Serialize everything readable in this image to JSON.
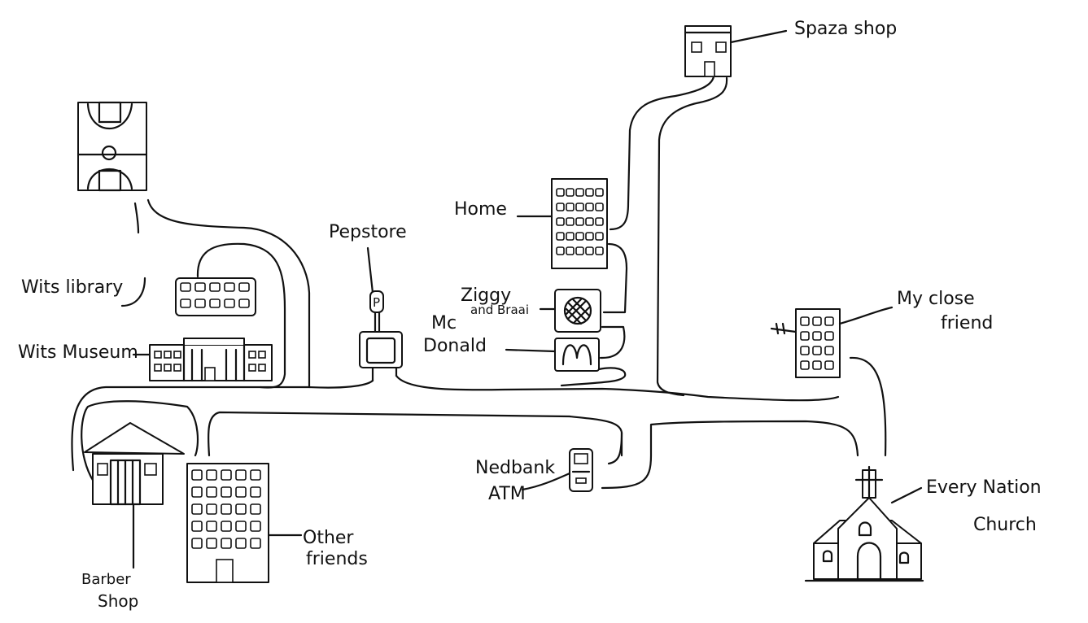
{
  "map": {
    "labels": {
      "spaza_shop": "Spaza shop",
      "home": "Home",
      "pepstore": "Pepstore",
      "wits_library": "Wits library",
      "wits_museum": "Wits Museum",
      "ziggy_line1": "Ziggy",
      "ziggy_line2": "and Braai",
      "mcdonald_line1": "Mc",
      "mcdonald_line2": "Donald",
      "close_friend_line1": "My close",
      "close_friend_line2": "friend",
      "nedbank_line1": "Nedbank",
      "nedbank_line2": "ATM",
      "church_line1": "Every Nation",
      "church_line2": "Church",
      "barber_line1": "Barber",
      "barber_line2": "Shop",
      "other_friends_line1": "Other",
      "other_friends_line2": "friends",
      "pepstore_sign": "P"
    },
    "landmarks": [
      {
        "id": "basketball-court",
        "icon": "basketball-court-icon"
      },
      {
        "id": "spaza-shop",
        "icon": "shop-icon"
      },
      {
        "id": "home",
        "icon": "apartment-building-icon"
      },
      {
        "id": "pepstore",
        "icon": "store-sign-icon"
      },
      {
        "id": "wits-library",
        "icon": "library-building-icon"
      },
      {
        "id": "wits-museum",
        "icon": "museum-building-icon"
      },
      {
        "id": "ziggy-and-braai",
        "icon": "grill-icon"
      },
      {
        "id": "mcdonald",
        "icon": "mcdonalds-logo-icon"
      },
      {
        "id": "my-close-friend",
        "icon": "apartment-building-icon"
      },
      {
        "id": "nedbank-atm",
        "icon": "atm-icon"
      },
      {
        "id": "every-nation-church",
        "icon": "church-icon"
      },
      {
        "id": "barber-shop",
        "icon": "house-icon"
      },
      {
        "id": "other-friends",
        "icon": "apartment-building-icon"
      }
    ],
    "colors": {
      "ink": "#111111",
      "paper": "#ffffff"
    }
  }
}
